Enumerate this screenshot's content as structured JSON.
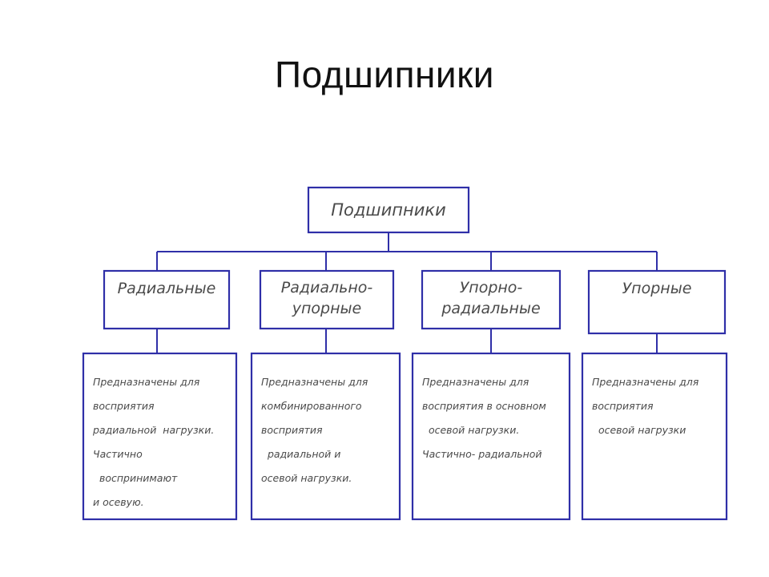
{
  "page_title": "Подшипники",
  "colors": {
    "line": "#2f2fa8",
    "ink": "#4a4a4a",
    "title": "#111111"
  },
  "diagram": {
    "root": {
      "label": "Подшипники"
    },
    "categories": [
      {
        "label_lines": [
          "Радиальные"
        ],
        "description_lines": [
          "Предназначены для",
          "восприятия",
          "радиальной  нагрузки.",
          "Частично",
          "  воспринимают",
          "и осевую."
        ]
      },
      {
        "label_lines": [
          "Радиально-",
          "упорные"
        ],
        "description_lines": [
          "Предназначены для",
          "комбинированного",
          "восприятия",
          "  радиальной и",
          "осевой нагрузки."
        ]
      },
      {
        "label_lines": [
          "Упорно-",
          "радиальные"
        ],
        "description_lines": [
          "Предназначены для",
          "восприятия в основном",
          "  осевой нагрузки.",
          "Частично- радиальной"
        ]
      },
      {
        "label_lines": [
          "Упорные"
        ],
        "description_lines": [
          "Предназначены для",
          "восприятия",
          "  осевой нагрузки"
        ]
      }
    ]
  }
}
